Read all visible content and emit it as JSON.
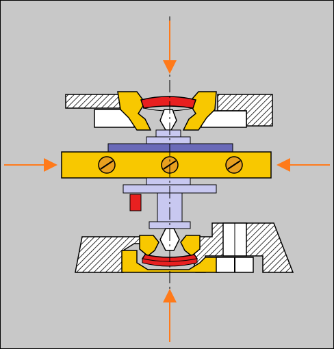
{
  "diagram": {
    "colors": {
      "background": "#c8c8c8",
      "frame": "#000000",
      "steel": "#ffffff",
      "hatch": "#000000",
      "brass": "#f8c800",
      "jewel": "#e82020",
      "shaft": "#c8c8f0",
      "plate": "#6a6ab8",
      "force_arrow": "#ff7a1a",
      "center_line": "#000000"
    },
    "arrows": [
      {
        "name": "top-force-arrow",
        "direction": "down"
      },
      {
        "name": "bottom-force-arrow",
        "direction": "up"
      },
      {
        "name": "left-force-arrow",
        "direction": "right"
      },
      {
        "name": "right-force-arrow",
        "direction": "left"
      }
    ],
    "screws": [
      "left-screw-icon",
      "center-screw-icon",
      "right-screw-icon"
    ]
  }
}
